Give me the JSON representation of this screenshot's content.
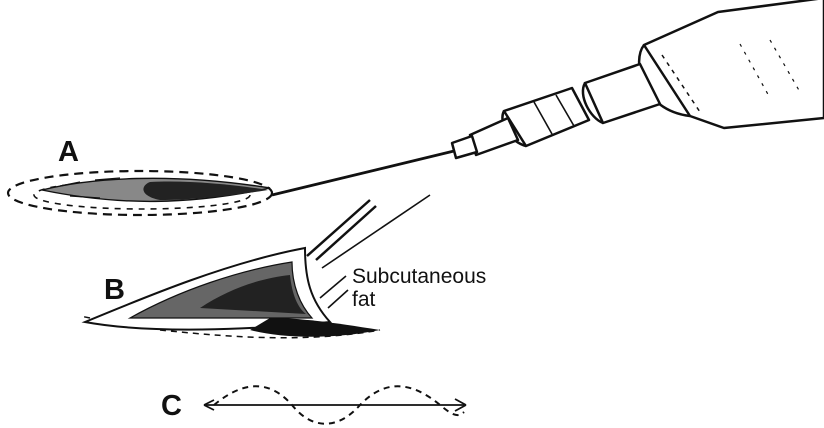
{
  "labels": {
    "a": "A",
    "b": "B",
    "c": "C",
    "annotation_line1": "Subcutaneous",
    "annotation_line2": "fat"
  },
  "colors": {
    "ink": "#111111",
    "background": "#ffffff"
  },
  "icons": [
    "syringe-illustration",
    "wound-ellipse",
    "wound-cross-section",
    "suture-wave-arrow"
  ]
}
